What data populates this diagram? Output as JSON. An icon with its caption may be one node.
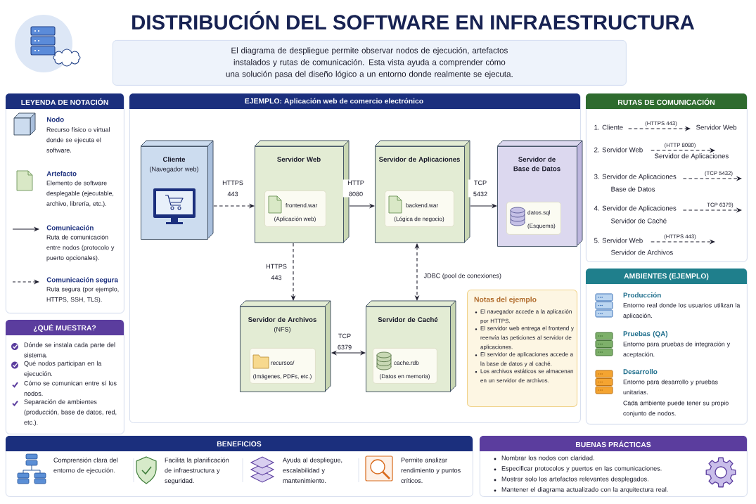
{
  "diagram": {
    "title": "DISTRIBUCIÓN DEL SOFTWARE EN INFRAESTRUCTURA",
    "nodes": [
      {
        "text": [
          "El diagrama de despliegue permite observar nodos de ejecución, artefactos instalados y rutas de comunicación. Esta vista ayuda a comprender cómo una solución pasa del diseño lógico a un entorno donde realmente se ejecuta."
        ]
      },
      {
        "text": [
          "LEYENDA DE NOTACIÓN"
        ]
      },
      {
        "text": [
          "¿QUÉ MUESTRA?",
          "Dónde se instala cada parte del sistema.",
          "Qué nodos participan en la ejecución.",
          "Cómo se comunican entre sí los nodos.",
          "Separación de ambientes (producción, base de datos, red, etc.)."
        ]
      },
      {
        "text": [
          "EJEMPLO: Aplicación web de comercio electrónico"
        ]
      },
      {
        "text": [
          "Cliente",
          "(Navegador web)"
        ],
        "in": 3
      },
      {
        "text": [
          "Servidor Web"
        ],
        "in": 3
      },
      {
        "text": [
          "frontend.war",
          "(Aplicación web)"
        ],
        "in": 5
      },
      {
        "text": [
          "Servidor de Aplicaciones"
        ],
        "in": 3
      },
      {
        "text": [
          "backend.war",
          "(Lógica de negocio)"
        ],
        "in": 7
      },
      {
        "text": [
          "Servidor de Base de Datos"
        ],
        "in": 3
      },
      {
        "text": [
          "datos.sql",
          "(Esquema)"
        ],
        "in": 9
      },
      {
        "text": [
          "Servidor de Archivos",
          "(NFS)"
        ],
        "in": 3
      },
      {
        "text": [
          "recursos/",
          "(Imágenes, PDFs, etc.)"
        ],
        "in": 11
      },
      {
        "text": [
          "Servidor de Caché"
        ],
        "in": 3
      },
      {
        "text": [
          "cache.rdb",
          "(Datos en memoria)"
        ],
        "in": 13
      },
      {
        "text": [
          "Notas del ejemplo",
          "El navegador accede a la aplicación por HTTPS.",
          "El servidor web entrega el frontend y reenvía las peticiones al servidor de aplicaciones.",
          "El servidor de aplicaciones accede a la base de datos y al caché.",
          "Los archivos estáticos se almacenan en un servidor de archivos."
        ],
        "in": 3
      },
      {
        "text": [
          "RUTAS DE COMUNICACIÓN"
        ]
      },
      {
        "text": [
          "1. Cliente"
        ],
        "in": 16
      },
      {
        "text": [
          "Servidor Web"
        ],
        "in": 16
      },
      {
        "text": [
          "2. Servidor Web"
        ],
        "in": 16
      },
      {
        "text": [
          "Servidor de Aplicaciones"
        ],
        "in": 16
      },
      {
        "text": [
          "3. Servidor de Aplicaciones"
        ],
        "in": 16
      },
      {
        "text": [
          "4. Servidor de Aplicaciones"
        ],
        "in": 16
      },
      {
        "text": [
          "5. Servidor Web"
        ],
        "in": 16
      },
      {
        "text": [
          "AMBIENTES (EJEMPLO)",
          "Producción",
          "Entorno real donde los usuarios utilizan la aplicación.",
          "Pruebas (QA)",
          "Entorno para pruebas de integración y aceptación.",
          "Desarrollo",
          "Entorno para desarrollo y pruebas unitarias.",
          "Cada ambiente puede tener su propio conjunto de nodos."
        ]
      },
      {
        "text": [
          "BENEFICIOS",
          "Comprensión clara del entorno de ejecución.",
          "Facilita la planificación de infraestructura y seguridad.",
          "Ayuda al despliegue, escalabilidad y mantenimiento.",
          "Permite analizar rendimiento y puntos críticos."
        ]
      },
      {
        "text": [
          "BUENAS PRÁCTICAS",
          "Nombrar los nodos con claridad.",
          "Especificar protocolos y puertos en las comunicaciones.",
          "Mostrar solo los artefactos relevantes desplegados.",
          "Mantener el diagrama actualizado con la arquitectura real."
        ]
      }
    ],
    "edges": [
      {
        "from": 4,
        "to": 5,
        "arrow": "to",
        "label": "HTTPS 443",
        "style": "dashed"
      },
      {
        "from": 5,
        "to": 7,
        "arrow": "to",
        "label": "HTTP 8080"
      },
      {
        "from": 7,
        "to": 9,
        "arrow": "to",
        "label": "TCP 5432"
      },
      {
        "from": 5,
        "to": 11,
        "arrow": "to",
        "label": "HTTPS 443",
        "style": "dashed"
      },
      {
        "from": 7,
        "to": 13,
        "arrow": "both",
        "label": "JDBC (pool de conexiones)",
        "style": "dashed"
      },
      {
        "from": 11,
        "to": 13,
        "arrow": "both",
        "label": "TCP 6379"
      },
      {
        "from": 17,
        "to": 18,
        "arrow": "to",
        "label": "(HTTPS 443)",
        "style": "dashed"
      },
      {
        "from": 19,
        "to": 20,
        "arrow": "to",
        "label": "(HTTP 8080)",
        "style": "dashed"
      },
      {
        "from": 21,
        "to": null,
        "arrow": "to",
        "label": "(TCP 5432)",
        "style": "dashed"
      },
      {
        "from": 22,
        "to": null,
        "arrow": "to",
        "label": "TCP 6379)",
        "style": "dashed"
      },
      {
        "from": 23,
        "to": null,
        "arrow": "to",
        "label": "(HTTPS 443)",
        "style": "dashed"
      }
    ],
    "labels": [
      "Recurso físico o virtual donde se ejecuta el software.",
      "Elemento de software desplegable (ejecutable, archivo, librería, etc.).",
      "Ruta de comunicación entre nodos (protocolo y puerto opcionales).",
      "Ruta segura (por ejemplo, HTTPS, SSH, TLS).",
      "Base de Datos",
      "Servidor de Caché",
      "Servidor de Archivos"
    ],
    "legend": [
      {
        "text": "Nodo"
      },
      {
        "text": "Artefacto"
      },
      {
        "text": "Comunicación"
      },
      {
        "text": "Comunicación segura"
      }
    ]
  }
}
